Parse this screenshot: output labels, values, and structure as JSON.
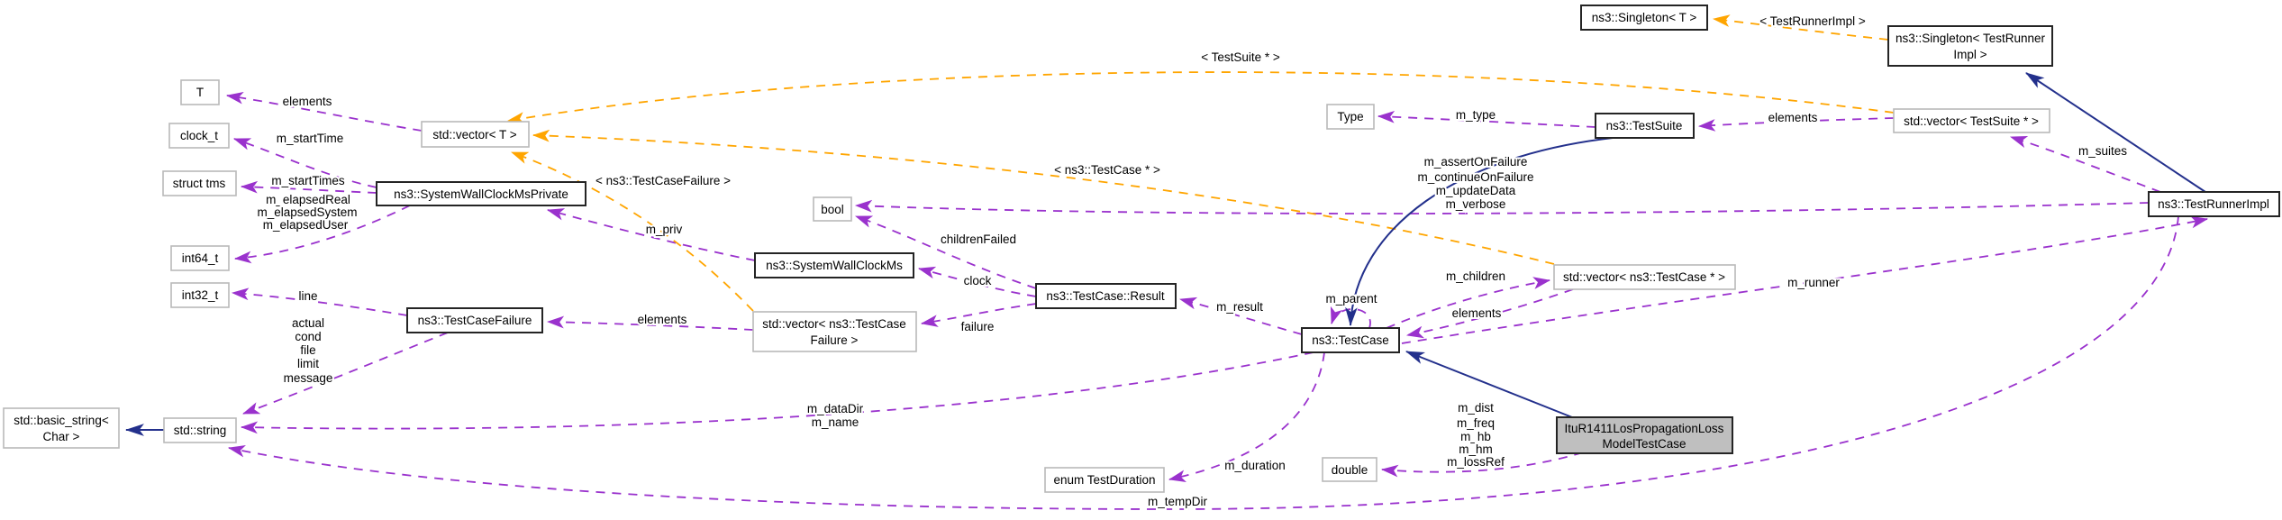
{
  "diagram_type": "doxygen-collaboration-diagram",
  "colors": {
    "usage_edge": "#9a32cd",
    "template_edge": "#ffa500",
    "inheritance_edge": "#23308c",
    "node_border_documented": "#242424",
    "node_border_plain": "#b9b9b9",
    "node_fill": "#ffffff",
    "current_node_fill": "#bfbfbf"
  },
  "nodes": {
    "t": {
      "label": "T"
    },
    "clock_t": {
      "label": "clock_t"
    },
    "struct_tms": {
      "label": "struct tms"
    },
    "int64_t": {
      "label": "int64_t"
    },
    "int32_t": {
      "label": "int32_t"
    },
    "basic_string": {
      "label1": "std::basic_string<",
      "label2": "Char >"
    },
    "std_string": {
      "label": "std::string"
    },
    "vector_t": {
      "label": "std::vector< T >"
    },
    "swcm_private": {
      "label": "ns3::SystemWallClockMsPrivate"
    },
    "swcm": {
      "label": "ns3::SystemWallClockMs"
    },
    "testcasefailure": {
      "label": "ns3::TestCaseFailure"
    },
    "vector_tcf": {
      "label1": "std::vector< ns3::TestCase",
      "label2": "Failure >"
    },
    "bool": {
      "label": "bool"
    },
    "result": {
      "label": "ns3::TestCase::Result"
    },
    "testcase": {
      "label": "ns3::TestCase"
    },
    "vector_tc": {
      "label": "std::vector< ns3::TestCase * >"
    },
    "type": {
      "label": "Type"
    },
    "testsuite": {
      "label": "ns3::TestSuite"
    },
    "vector_ts": {
      "label": "std::vector< TestSuite * >"
    },
    "testrunnerimpl": {
      "label": "ns3::TestRunnerImpl"
    },
    "singleton_t": {
      "label": "ns3::Singleton< T >"
    },
    "singleton_tri": {
      "label1": "ns3::Singleton< TestRunner",
      "label2": "Impl >"
    },
    "enum_testduration": {
      "label": "enum TestDuration"
    },
    "double": {
      "label": "double"
    },
    "itur": {
      "label1": "ItuR1411LosPropagationLoss",
      "label2": "ModelTestCase"
    }
  },
  "edge_labels": {
    "elements_vector_t": "elements",
    "m_startTime": "m_startTime",
    "m_startTimes": "m_startTimes",
    "m_elapsedReal": "m_elapsedReal",
    "m_elapsedSystem": "m_elapsedSystem",
    "m_elapsedUser": "m_elapsedUser",
    "m_priv": "m_priv",
    "line": "line",
    "actual": "actual",
    "cond": "cond",
    "file": "file",
    "limit": "limit",
    "message": "message",
    "elements_vector_tcf": "elements",
    "clock": "clock",
    "failure": "failure",
    "childrenFailed": "childrenFailed",
    "m_result": "m_result",
    "m_parent": "m_parent",
    "m_children": "m_children",
    "elements_vector_tc": "elements",
    "m_dataDir": "m_dataDir",
    "m_name": "m_name",
    "m_duration": "m_duration",
    "m_dist": "m_dist",
    "m_freq": "m_freq",
    "m_hb": "m_hb",
    "m_hm": "m_hm",
    "m_lossRef": "m_lossRef",
    "m_tempDir": "m_tempDir",
    "m_type": "m_type",
    "m_assertOnFailure": "m_assertOnFailure",
    "m_continueOnFailure": "m_continueOnFailure",
    "m_updateData": "m_updateData",
    "m_verbose": "m_verbose",
    "elements_vector_ts": "elements",
    "m_suites": "m_suites",
    "m_runner": "m_runner",
    "tpl_testsuite": "< TestSuite * >",
    "tpl_testcase": "< ns3::TestCase * >",
    "tpl_testcasefailure": "< ns3::TestCaseFailure >",
    "tpl_testrunnerimpl": "< TestRunnerImpl >"
  }
}
